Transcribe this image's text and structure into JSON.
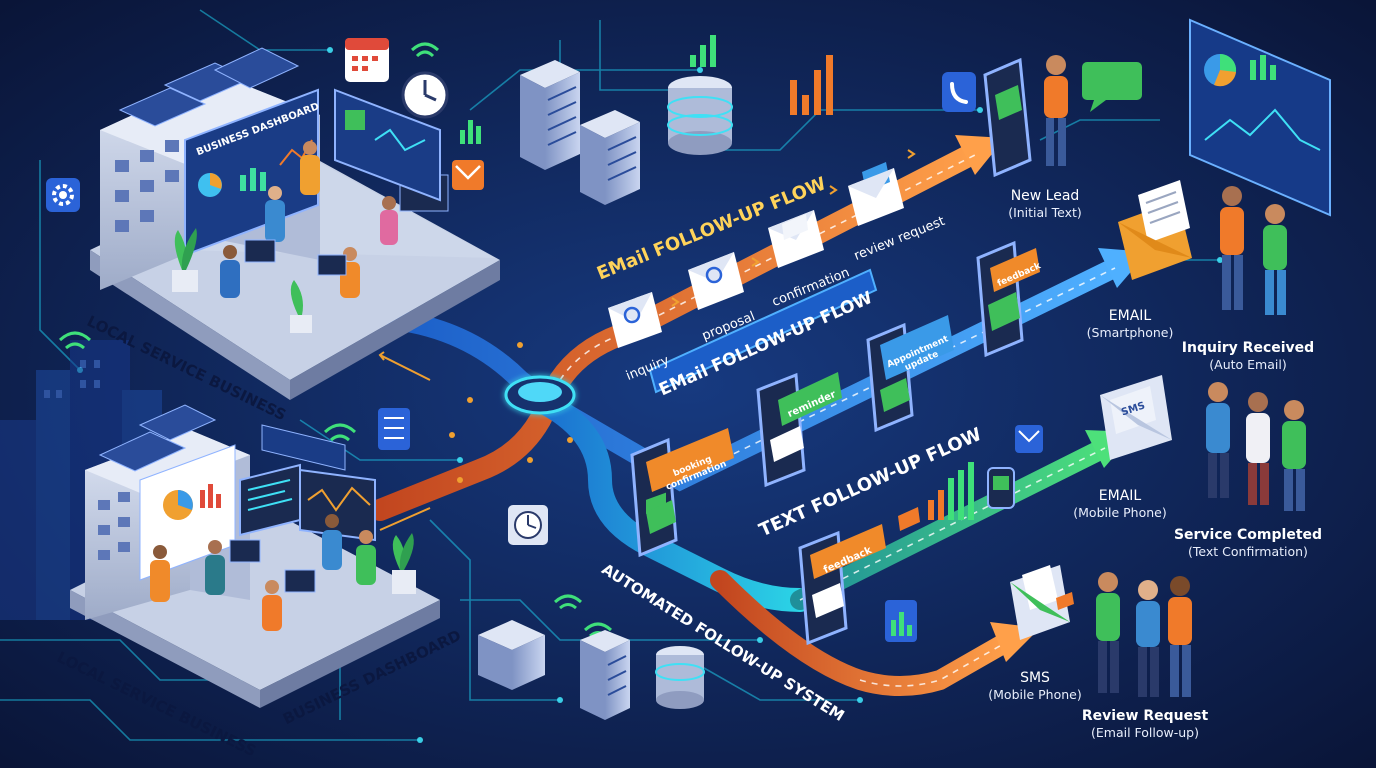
{
  "colors": {
    "background": "#0b1840",
    "circuit": "#1ec8e8",
    "email_flow": "#f07a2a",
    "text_flow": "#2f8cf0",
    "system_flow": "#2bd4e6",
    "green_flow": "#3ad47a",
    "bubble_green": "#3fbf5a",
    "bubble_orange": "#f08a2a",
    "bubble_blue": "#3a9ae8",
    "building": "#c9d3e6",
    "solar": "#2a4c9a"
  },
  "icons": [
    "gear-icon",
    "calendar-icon",
    "clock-icon",
    "wifi-icon",
    "mail-icon",
    "phone-icon",
    "chat-icon",
    "bar-chart-icon",
    "server-icon",
    "database-icon"
  ],
  "businesses": {
    "top": {
      "building_label": "LOCAL SERVICE BUSINESS",
      "screen_label": "BUSINESS DASHBOARD"
    },
    "bottom": {
      "building_label": "LOCAL SERVICE BUSINESS",
      "floor_label": "BUSINESS DASHBOARD"
    }
  },
  "flows": {
    "email_title": "EMail FOLLOW-UP FLOW",
    "email_banner": "EMail FOLLOW-UP FLOW",
    "text_title": "TEXT FOLLOW-UP FLOW",
    "system_title": "AUTOMATED FOLLOW-UP SYSTEM"
  },
  "email_steps": [
    "inquiry",
    "proposal",
    "confirmation",
    "review request"
  ],
  "text_bubbles": [
    "booking confirmation",
    "reminder",
    "Appointment update",
    "feedback",
    "feedback"
  ],
  "outcomes": [
    {
      "title": "New Lead",
      "subtitle": "(Initial Text)"
    },
    {
      "title": "EMAIL",
      "subtitle": "(Smartphone)"
    },
    {
      "title": "Inquiry Received",
      "subtitle": "(Auto Email)"
    },
    {
      "title": "EMAIL",
      "subtitle": "(Mobile Phone)"
    },
    {
      "title": "Service Completed",
      "subtitle": "(Text Confirmation)"
    },
    {
      "title": "SMS",
      "subtitle": "(Mobile Phone)"
    },
    {
      "title": "Review Request",
      "subtitle": "(Email Follow-up)"
    }
  ],
  "sms_envelope_label": "SMS"
}
